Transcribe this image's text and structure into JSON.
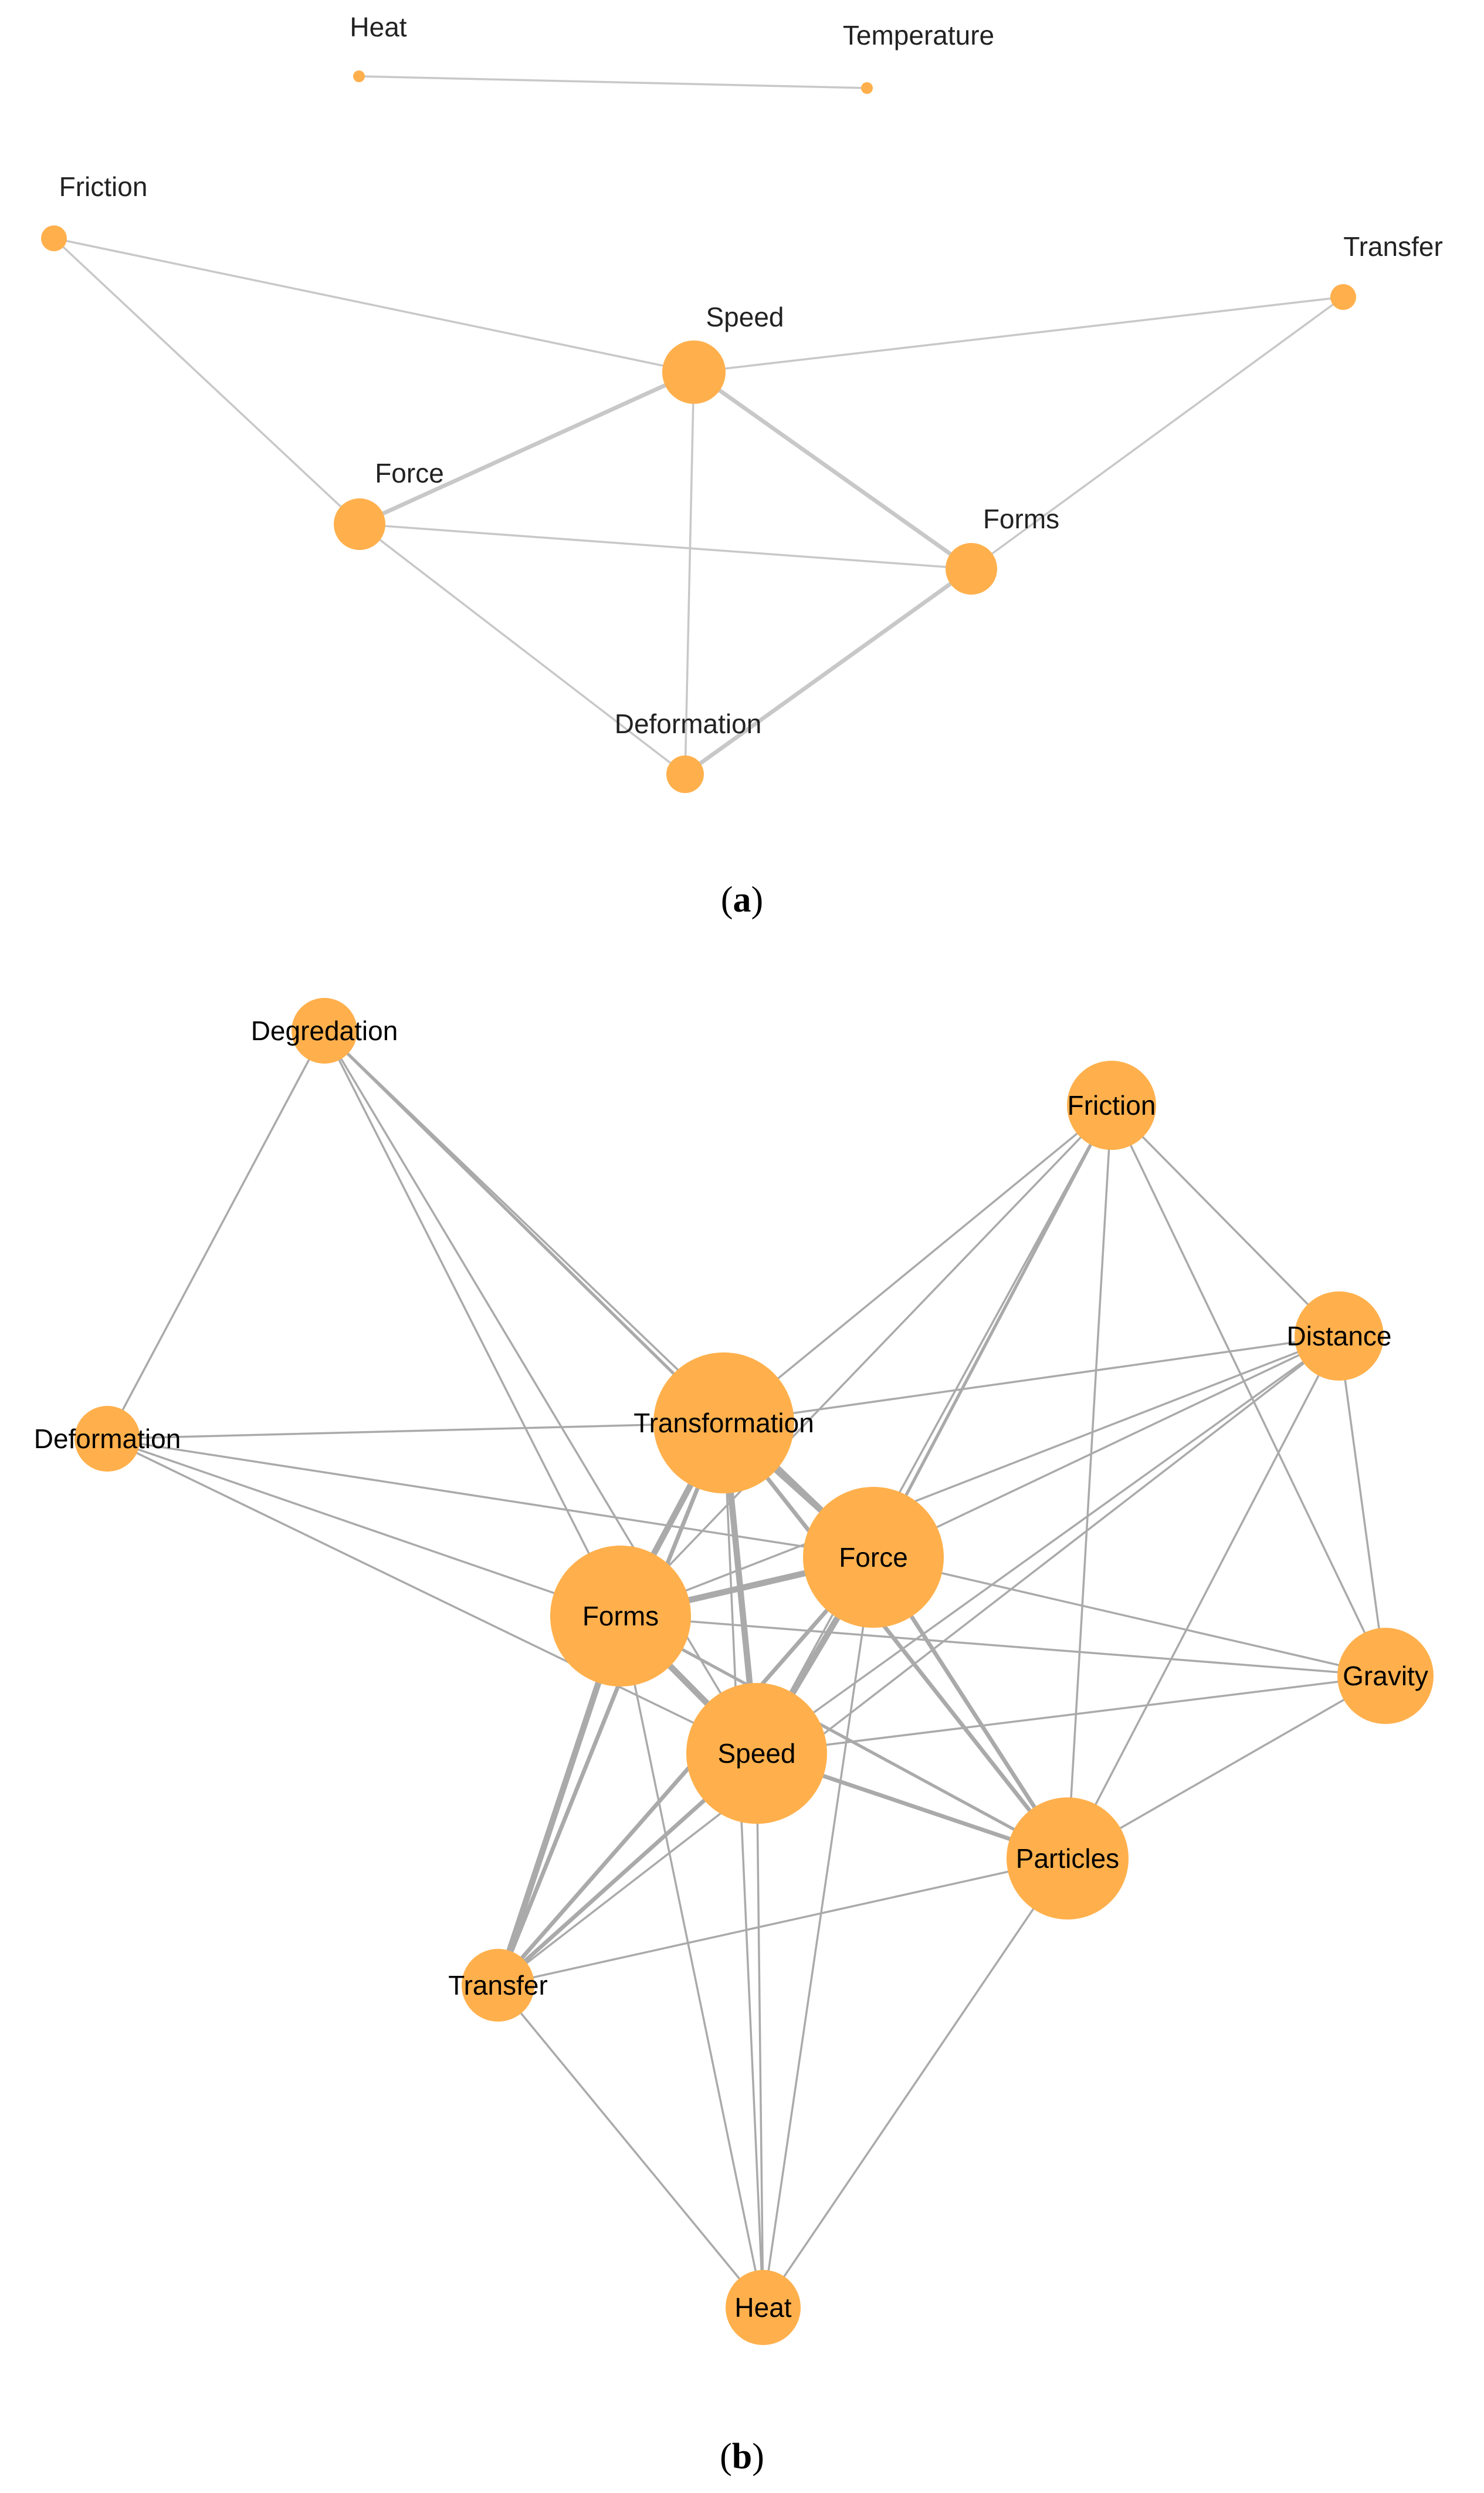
{
  "colors": {
    "node": "#FFB04C",
    "edge": "#AAAAAA",
    "edge_light": "#C8C8C8",
    "text": "#222222"
  },
  "panel_a": {
    "caption_letter": "a",
    "nodes": [
      {
        "id": "heat",
        "label": "Heat"
      },
      {
        "id": "temperature",
        "label": "Temperature"
      },
      {
        "id": "friction",
        "label": "Friction"
      },
      {
        "id": "transfer",
        "label": "Transfer"
      },
      {
        "id": "speed",
        "label": "Speed"
      },
      {
        "id": "force",
        "label": "Force"
      },
      {
        "id": "forms",
        "label": "Forms"
      },
      {
        "id": "deformation",
        "label": "Deformation"
      }
    ],
    "edges": [
      {
        "source": "heat",
        "target": "temperature",
        "weight": 1
      },
      {
        "source": "friction",
        "target": "speed",
        "weight": 1
      },
      {
        "source": "friction",
        "target": "force",
        "weight": 1
      },
      {
        "source": "transfer",
        "target": "speed",
        "weight": 1
      },
      {
        "source": "transfer",
        "target": "forms",
        "weight": 1
      },
      {
        "source": "speed",
        "target": "force",
        "weight": 2
      },
      {
        "source": "speed",
        "target": "forms",
        "weight": 2
      },
      {
        "source": "speed",
        "target": "deformation",
        "weight": 1
      },
      {
        "source": "force",
        "target": "forms",
        "weight": 1
      },
      {
        "source": "force",
        "target": "deformation",
        "weight": 1
      },
      {
        "source": "forms",
        "target": "deformation",
        "weight": 2
      }
    ]
  },
  "panel_b": {
    "caption_letter": "b",
    "nodes": [
      {
        "id": "degredation",
        "label": "Degredation"
      },
      {
        "id": "friction",
        "label": "Friction"
      },
      {
        "id": "distance",
        "label": "Distance"
      },
      {
        "id": "deformation",
        "label": "Deformation"
      },
      {
        "id": "transformation",
        "label": "Transformation"
      },
      {
        "id": "force",
        "label": "Force"
      },
      {
        "id": "forms",
        "label": "Forms"
      },
      {
        "id": "gravity",
        "label": "Gravity"
      },
      {
        "id": "speed",
        "label": "Speed"
      },
      {
        "id": "particles",
        "label": "Particles"
      },
      {
        "id": "transfer",
        "label": "Transfer"
      },
      {
        "id": "heat",
        "label": "Heat"
      }
    ],
    "edges": [
      {
        "source": "degredation",
        "target": "deformation",
        "weight": 1
      },
      {
        "source": "degredation",
        "target": "transformation",
        "weight": 1.5
      },
      {
        "source": "degredation",
        "target": "forms",
        "weight": 1
      },
      {
        "source": "degredation",
        "target": "speed",
        "weight": 1
      },
      {
        "source": "degredation",
        "target": "force",
        "weight": 1
      },
      {
        "source": "friction",
        "target": "transformation",
        "weight": 1
      },
      {
        "source": "friction",
        "target": "force",
        "weight": 1.5
      },
      {
        "source": "friction",
        "target": "speed",
        "weight": 1
      },
      {
        "source": "friction",
        "target": "distance",
        "weight": 1
      },
      {
        "source": "friction",
        "target": "gravity",
        "weight": 1
      },
      {
        "source": "friction",
        "target": "particles",
        "weight": 1
      },
      {
        "source": "friction",
        "target": "forms",
        "weight": 1
      },
      {
        "source": "distance",
        "target": "transformation",
        "weight": 1
      },
      {
        "source": "distance",
        "target": "force",
        "weight": 1
      },
      {
        "source": "distance",
        "target": "forms",
        "weight": 1
      },
      {
        "source": "distance",
        "target": "speed",
        "weight": 1
      },
      {
        "source": "distance",
        "target": "gravity",
        "weight": 1
      },
      {
        "source": "distance",
        "target": "particles",
        "weight": 1
      },
      {
        "source": "distance",
        "target": "transfer",
        "weight": 1
      },
      {
        "source": "deformation",
        "target": "transformation",
        "weight": 1
      },
      {
        "source": "deformation",
        "target": "forms",
        "weight": 1
      },
      {
        "source": "deformation",
        "target": "speed",
        "weight": 1
      },
      {
        "source": "deformation",
        "target": "force",
        "weight": 1
      },
      {
        "source": "transformation",
        "target": "forms",
        "weight": 3
      },
      {
        "source": "transformation",
        "target": "force",
        "weight": 3
      },
      {
        "source": "transformation",
        "target": "speed",
        "weight": 3
      },
      {
        "source": "transformation",
        "target": "transfer",
        "weight": 2
      },
      {
        "source": "transformation",
        "target": "particles",
        "weight": 2
      },
      {
        "source": "transformation",
        "target": "heat",
        "weight": 1
      },
      {
        "source": "forms",
        "target": "force",
        "weight": 3
      },
      {
        "source": "forms",
        "target": "speed",
        "weight": 3
      },
      {
        "source": "forms",
        "target": "transfer",
        "weight": 3
      },
      {
        "source": "forms",
        "target": "particles",
        "weight": 1.5
      },
      {
        "source": "forms",
        "target": "gravity",
        "weight": 1
      },
      {
        "source": "forms",
        "target": "heat",
        "weight": 1
      },
      {
        "source": "force",
        "target": "speed",
        "weight": 3
      },
      {
        "source": "force",
        "target": "transfer",
        "weight": 2
      },
      {
        "source": "force",
        "target": "particles",
        "weight": 2
      },
      {
        "source": "force",
        "target": "gravity",
        "weight": 1
      },
      {
        "source": "force",
        "target": "heat",
        "weight": 1
      },
      {
        "source": "speed",
        "target": "transfer",
        "weight": 2
      },
      {
        "source": "speed",
        "target": "particles",
        "weight": 2
      },
      {
        "source": "speed",
        "target": "gravity",
        "weight": 1
      },
      {
        "source": "speed",
        "target": "heat",
        "weight": 1
      },
      {
        "source": "particles",
        "target": "gravity",
        "weight": 1
      },
      {
        "source": "particles",
        "target": "transfer",
        "weight": 1
      },
      {
        "source": "particles",
        "target": "heat",
        "weight": 1
      },
      {
        "source": "transfer",
        "target": "heat",
        "weight": 1
      }
    ]
  }
}
